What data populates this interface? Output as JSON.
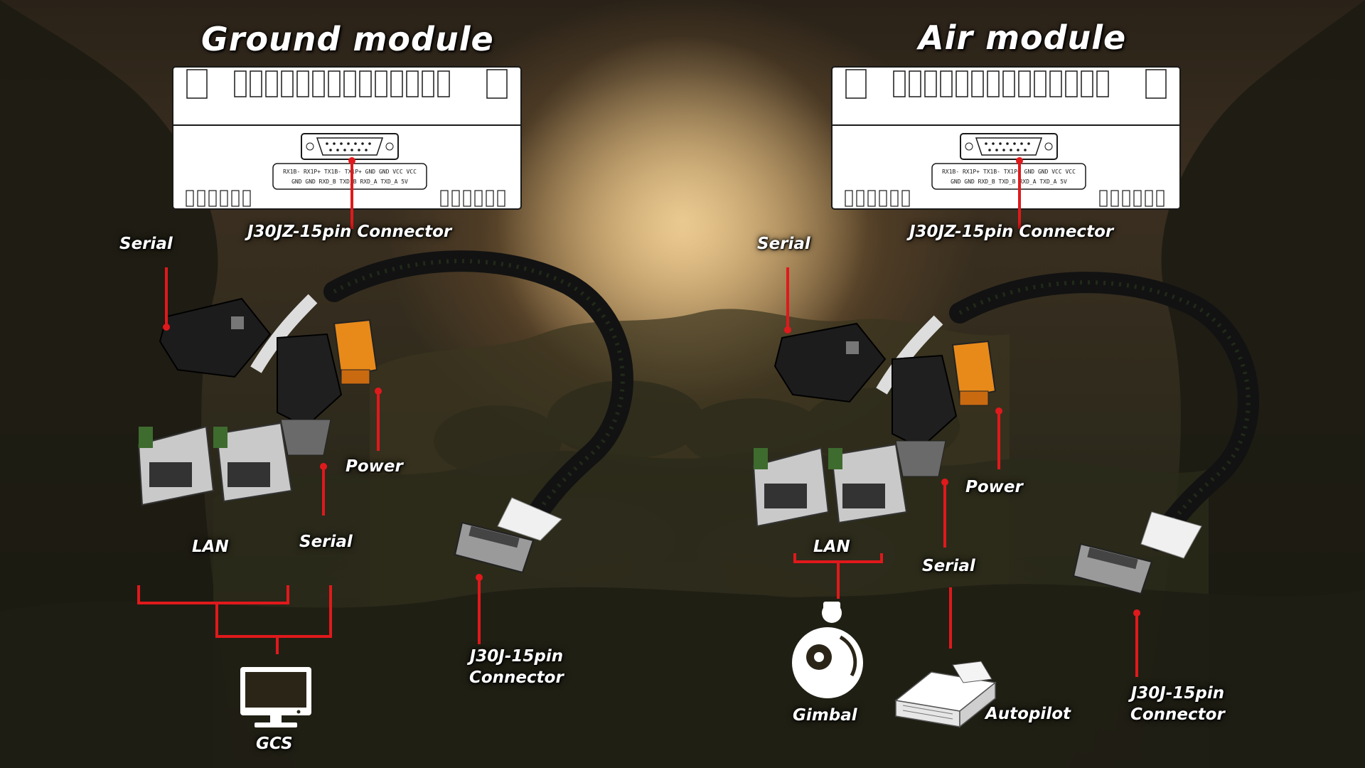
{
  "ground": {
    "title": "Ground module",
    "connector_module": "J30JZ-15pin Connector",
    "serial_top": "Serial",
    "power": "Power",
    "lan": "LAN",
    "serial_bottom": "Serial",
    "cable_connector_line1": "J30J-15pin",
    "cable_connector_line2": "Connector",
    "gcs": "GCS"
  },
  "air": {
    "title": "Air module",
    "connector_module": "J30JZ-15pin Connector",
    "serial_top": "Serial",
    "power": "Power",
    "lan": "LAN",
    "serial_bottom": "Serial",
    "cable_connector_line1": "J30J-15pin",
    "cable_connector_line2": "Connector",
    "gimbal": "Gimbal",
    "autopilot": "Autopilot"
  },
  "pin_labels": {
    "row1": "RX1B- RX1P+ TX1B- TX1P+ GND GND VCC VCC",
    "row2": "GND GND RXD_B TXD_B RXD_A TXD_A 5V"
  },
  "colors": {
    "leader_line": "#e0191c",
    "label_text": "#ffffff",
    "module_fill": "#ffffff",
    "module_stroke": "#1a1a1a"
  },
  "icons": [
    "desktop-monitor-icon",
    "gimbal-camera-icon",
    "autopilot-box-icon"
  ]
}
